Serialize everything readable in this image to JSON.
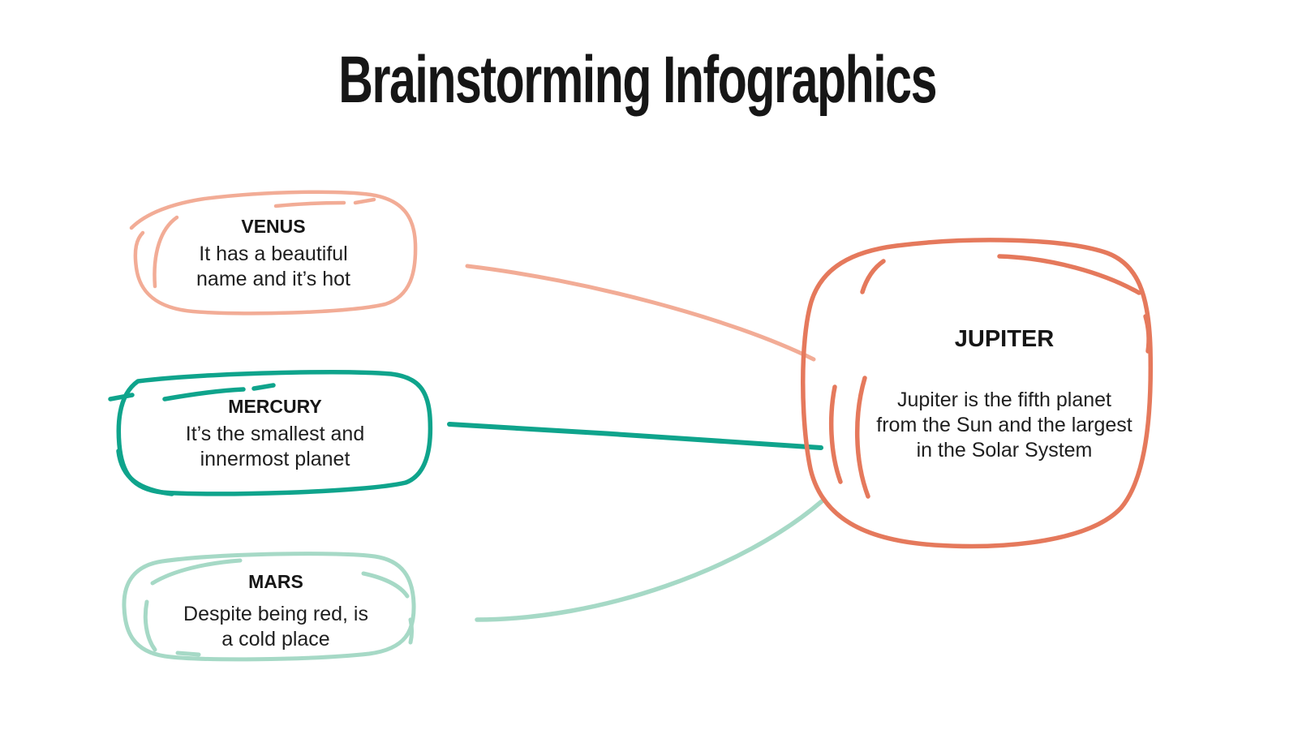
{
  "title": "Brainstorming Infographics",
  "colors": {
    "venus": "#F2AC96",
    "mercury": "#0FA48C",
    "mars": "#A6D9C6",
    "jupiter": "#E5795C",
    "title_text": "#161616",
    "body_text": "#1F1F1F",
    "background": "#FFFFFF"
  },
  "nodes": {
    "venus": {
      "label": "VENUS",
      "desc_lines": [
        "It has a beautiful",
        "name and it’s hot"
      ]
    },
    "mercury": {
      "label": "MERCURY",
      "desc_lines": [
        "It’s the smallest and",
        "innermost planet"
      ]
    },
    "mars": {
      "label": "MARS",
      "desc_lines": [
        "Despite being red, is",
        "a cold place"
      ]
    },
    "jupiter": {
      "label": "JUPITER",
      "desc_lines": [
        "Jupiter is the fifth planet",
        "from the Sun and the largest",
        "in the Solar System"
      ]
    }
  },
  "edges": [
    {
      "from": "venus",
      "to": "jupiter",
      "color_key": "venus"
    },
    {
      "from": "mercury",
      "to": "jupiter",
      "color_key": "mercury"
    },
    {
      "from": "mars",
      "to": "jupiter",
      "color_key": "mars"
    }
  ]
}
